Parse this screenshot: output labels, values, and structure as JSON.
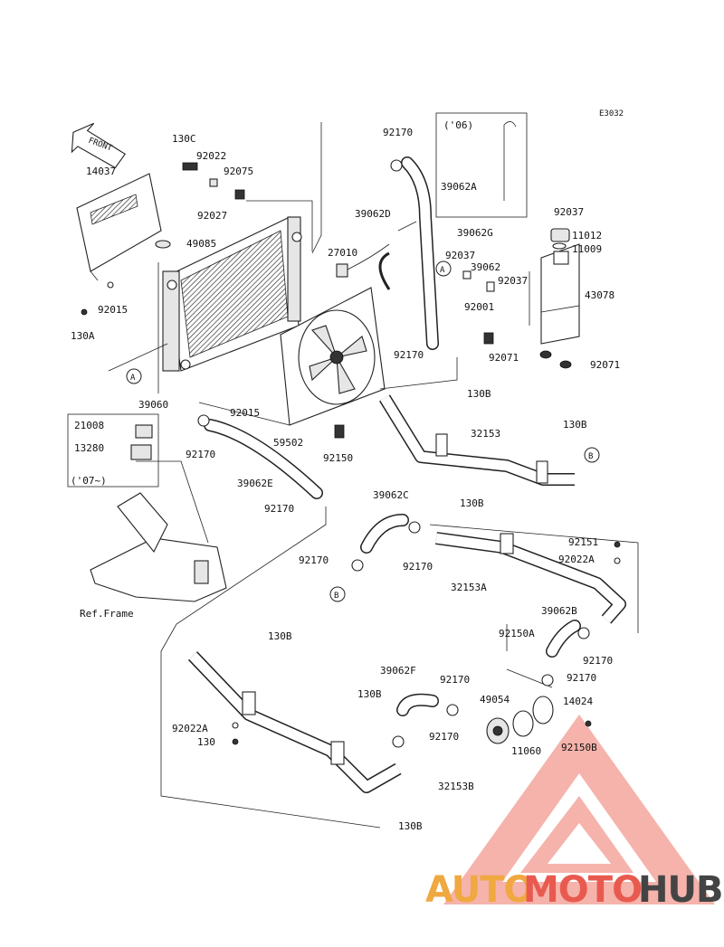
{
  "diagram_code": "E3032",
  "front_label": "FRONT",
  "ref_frame_label": "Ref.Frame",
  "year_06": "('06)",
  "year_07": "('07~)",
  "circle_a": "A",
  "circle_b": "B",
  "labels": {
    "p130C": "130C",
    "p14037": "14037",
    "p92022": "92022",
    "p92075": "92075",
    "p92027": "92027",
    "p49085": "49085",
    "p92170_top": "92170",
    "p39062D": "39062D",
    "p39062A": "39062A",
    "p92037_top": "92037",
    "p39062G": "39062G",
    "p11012": "11012",
    "p11009": "11009",
    "p27010": "27010",
    "p92037_a": "92037",
    "p39062": "39062",
    "p92037_b": "92037",
    "p43078": "43078",
    "p92001": "92001",
    "p92015_left": "92015",
    "p130A": "130A",
    "p92170_mid": "92170",
    "p92071_a": "92071",
    "p92071_b": "92071",
    "p39060": "39060",
    "p92015_mid": "92015",
    "p130B_1": "130B",
    "p130B_2": "130B",
    "p21008": "21008",
    "p13280": "13280",
    "p92170_left": "92170",
    "p59502": "59502",
    "p92150": "92150",
    "p32153": "32153",
    "p39062E": "39062E",
    "p92170_low": "92170",
    "p39062C": "39062C",
    "p130B_3": "130B",
    "p92151": "92151",
    "p92022A_r": "92022A",
    "p92170_c1": "92170",
    "p92170_c2": "92170",
    "p32153A": "32153A",
    "p39062B": "39062B",
    "p92150A": "92150A",
    "p92170_r1": "92170",
    "p92170_r2": "92170",
    "p130B_4": "130B",
    "p39062F": "39062F",
    "p130B_5": "130B",
    "p92170_f1": "92170",
    "p49054": "49054",
    "p14024": "14024",
    "p92022A_l": "92022A",
    "p130": "130",
    "p92170_f2": "92170",
    "p11060": "11060",
    "p92150B": "92150B",
    "p32153B": "32153B",
    "p130B_6": "130B"
  },
  "watermark": {
    "part1": "AUTO",
    "part2": "MOTO",
    "part3": "HUB",
    "color1": "#f0a840",
    "color2": "#e85a4f",
    "color3": "#444444"
  }
}
